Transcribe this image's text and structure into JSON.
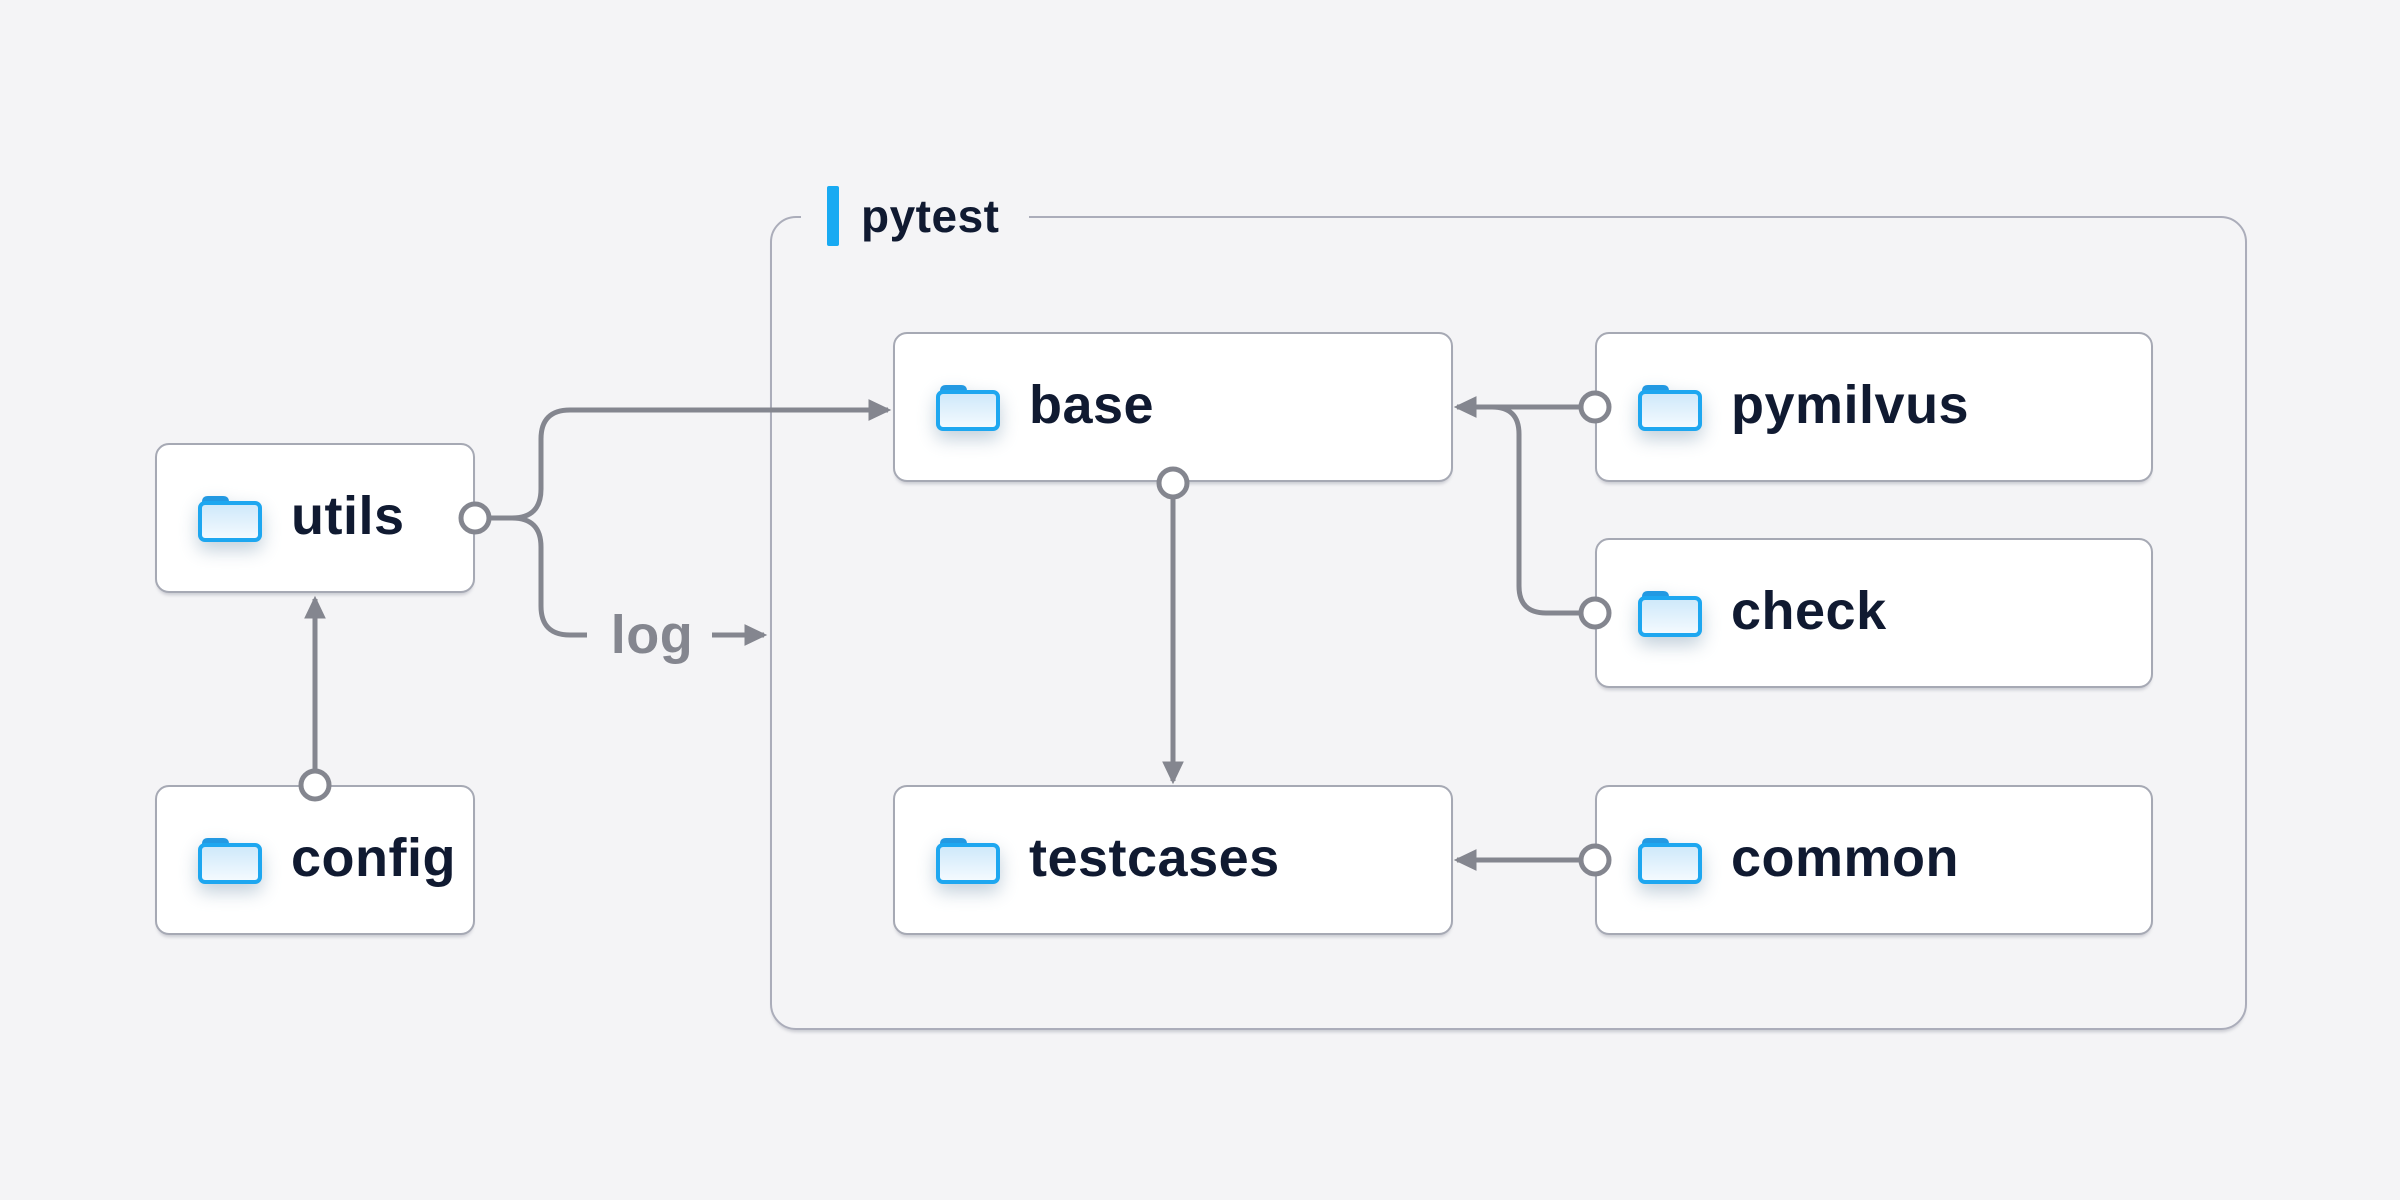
{
  "canvas": {
    "background": "#f4f4f6"
  },
  "colors": {
    "accent_blue": "#18aaf2",
    "folder_stroke_blue": "#1ea7f0",
    "folder_tab_blue": "#2399e2",
    "text_navy": "#101a31",
    "connector_gray": "#84868f",
    "box_border_gray": "#a6a9b4",
    "group_border_gray": "#abadba",
    "box_background": "#ffffff"
  },
  "group": {
    "label": "pytest"
  },
  "nodes": {
    "utils": {
      "label": "utils"
    },
    "config": {
      "label": "config"
    },
    "base": {
      "label": "base"
    },
    "pymilvus": {
      "label": "pymilvus"
    },
    "check": {
      "label": "check"
    },
    "testcases": {
      "label": "testcases"
    },
    "common": {
      "label": "common"
    }
  },
  "edge_label": {
    "text": "log"
  },
  "edges": [
    {
      "from": "config",
      "to": "utils"
    },
    {
      "from": "utils",
      "to": "base"
    },
    {
      "from": "utils",
      "to": "pytest-group",
      "label": "log"
    },
    {
      "from": "pymilvus",
      "to": "base"
    },
    {
      "from": "check",
      "to": "base"
    },
    {
      "from": "base",
      "to": "testcases"
    },
    {
      "from": "common",
      "to": "testcases"
    }
  ]
}
